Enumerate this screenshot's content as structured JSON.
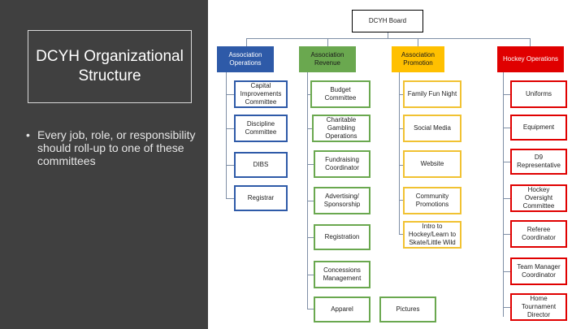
{
  "slide": {
    "title": "DCYH Organizational Structure",
    "bullet": "Every job, role, or responsibility should roll-up to one of these committees"
  },
  "board": {
    "label": "DCYH Board"
  },
  "columns": [
    {
      "header": "Association Operations",
      "color": "#2e5aa8",
      "items": [
        "Capital Improvements Committee",
        "Discipline Committee",
        "DIBS",
        "Registrar"
      ]
    },
    {
      "header": "Association Revenue",
      "color": "#6aa84f",
      "items": [
        "Budget Committee",
        "Charitable Gambling Operations",
        "Fundraising Coordinator",
        "Advertising/ Sponsorship",
        "Registration",
        "Concessions Management",
        "Apparel"
      ],
      "extra": "Pictures"
    },
    {
      "header": "Association Promotion",
      "color": "#f1c232",
      "items": [
        "Family Fun Night",
        "Social Media",
        "Website",
        "Community Promotions",
        "Intro to Hockey/Learn to Skate/Little Wild"
      ]
    },
    {
      "header": "Hockey Operations",
      "color": "#e00000",
      "items": [
        "Uniforms",
        "Equipment",
        "D9 Representative",
        "Hockey Oversight Committee",
        "Referee Coordinator",
        "Team Manager Coordinator",
        "Home Tournament Director"
      ]
    }
  ]
}
